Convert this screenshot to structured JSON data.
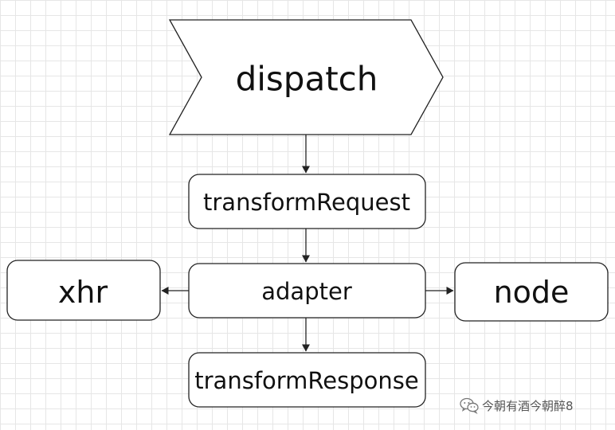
{
  "diagram": {
    "nodes": {
      "dispatch": "dispatch",
      "transform_request": "transformRequest",
      "adapter": "adapter",
      "xhr": "xhr",
      "node": "node",
      "transform_response": "transformResponse"
    },
    "edges": [
      {
        "from": "dispatch",
        "to": "transformRequest"
      },
      {
        "from": "transformRequest",
        "to": "adapter"
      },
      {
        "from": "adapter",
        "to": "xhr"
      },
      {
        "from": "adapter",
        "to": "node"
      },
      {
        "from": "adapter",
        "to": "transformResponse"
      }
    ]
  },
  "watermark": {
    "text": "今朝有酒今朝醉8",
    "icon": "wechat-logo-icon"
  }
}
